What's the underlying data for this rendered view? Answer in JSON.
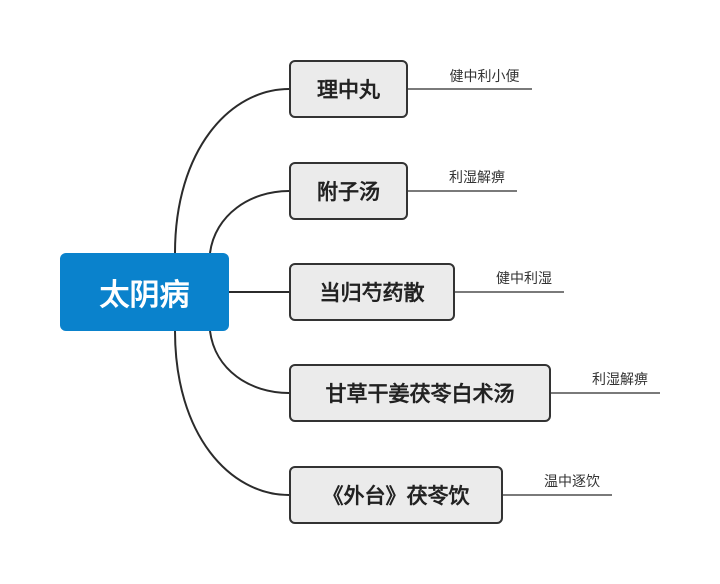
{
  "root": {
    "label": "太阴病",
    "color": "#0a82cc"
  },
  "branches": [
    {
      "label": "理中丸",
      "note": "健中利小便"
    },
    {
      "label": "附子汤",
      "note": "利湿解痹"
    },
    {
      "label": "当归芍药散",
      "note": "健中利湿"
    },
    {
      "label": "甘草干姜茯苓白术汤",
      "note": "利湿解痹"
    },
    {
      "label": "《外台》茯苓饮",
      "note": "温中逐饮"
    }
  ]
}
